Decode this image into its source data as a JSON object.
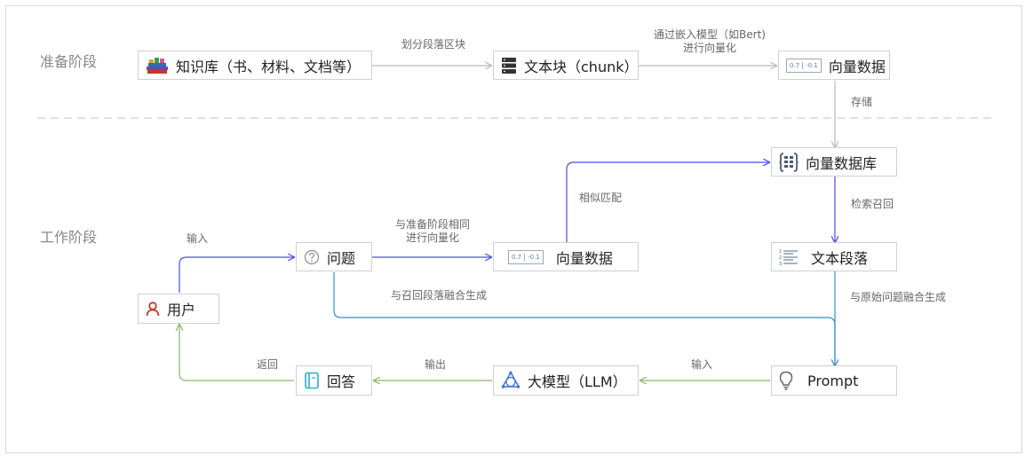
{
  "stages": {
    "prepare": "准备阶段",
    "work": "工作阶段"
  },
  "nodes": {
    "knowledge_base": "知识库（书、材料、文档等）",
    "text_chunk": "文本块（chunk）",
    "vector_data_top": "向量数据",
    "vector_db": "向量数据库",
    "user": "用户",
    "question": "问题",
    "vector_data_mid": "向量数据",
    "text_paragraph": "文本段落",
    "answer": "回答",
    "llm": "大模型（LLM）",
    "prompt": "Prompt"
  },
  "vector_badge": {
    "left": "0.7",
    "right": "-0.1"
  },
  "edges": {
    "split": "划分段落区块",
    "embed_line1": "通过嵌入模型（如Bert)",
    "embed_line2": "进行向量化",
    "store": "存储",
    "similar_match": "相似匹配",
    "same_line1": "与准备阶段相同",
    "same_line2": "进行向量化",
    "input_user": "输入",
    "fuse_recall": "与召回段落融合生成",
    "retrieve_recall": "检索召回",
    "fuse_original": "与原始问题融合生成",
    "input_prompt": "输入",
    "output": "输出",
    "return": "返回"
  },
  "colors": {
    "gray_edge": "#b8b8b8",
    "blue_edge": "#4a4ae8",
    "teal_edge": "#2f8fc4",
    "green_edge": "#8bb36b",
    "dashed_divider": "#d5d5d5"
  }
}
